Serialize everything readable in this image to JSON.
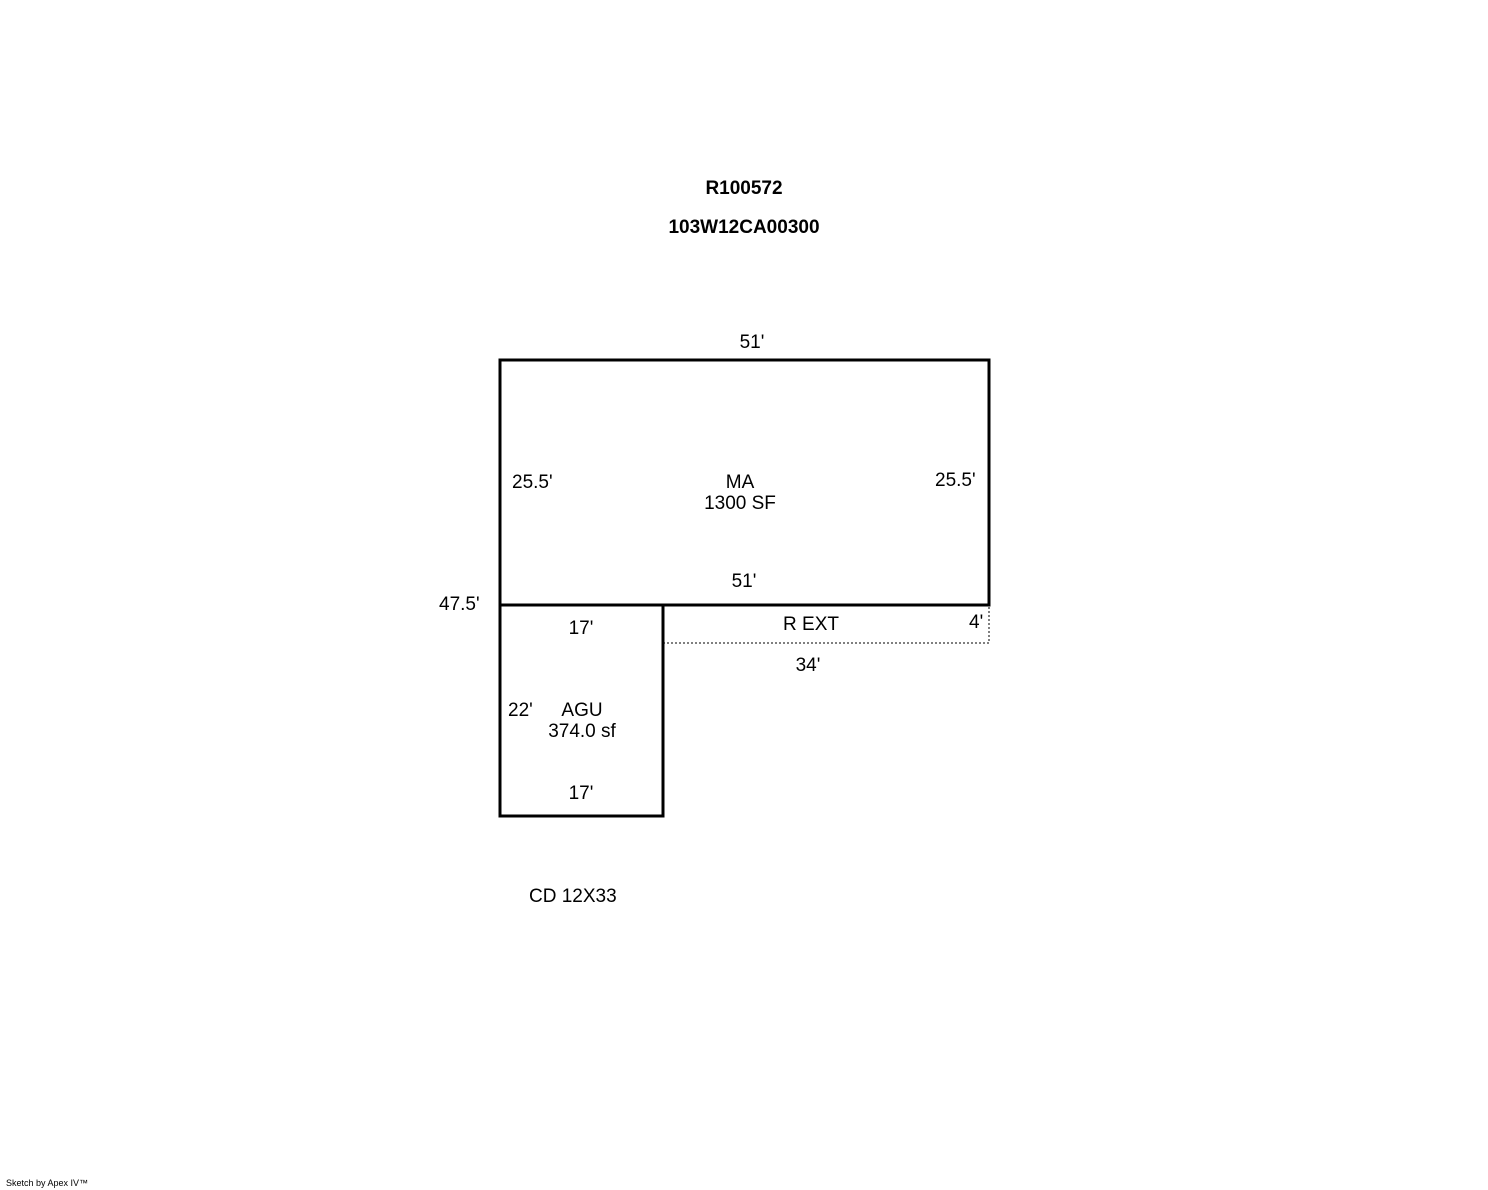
{
  "header": {
    "account_id": "R100572",
    "map_tax_lot": "103W12CA00300"
  },
  "areas": {
    "main": {
      "code": "MA",
      "area": "1300 SF",
      "top_dim": "51'",
      "bottom_dim": "51'",
      "left_dim": "25.5'",
      "right_dim": "25.5'"
    },
    "garage": {
      "code": "AGU",
      "area": "374.0 sf",
      "top_dim": "17'",
      "bottom_dim": "17'",
      "left_dim": "22'"
    },
    "extension": {
      "code": "R EXT",
      "bottom_dim": "34'",
      "right_dim": "4'"
    }
  },
  "overall_dim": "47.5'",
  "notes": {
    "deck": "CD 12X33"
  },
  "footer": {
    "credit": "Sketch by Apex IV™"
  }
}
